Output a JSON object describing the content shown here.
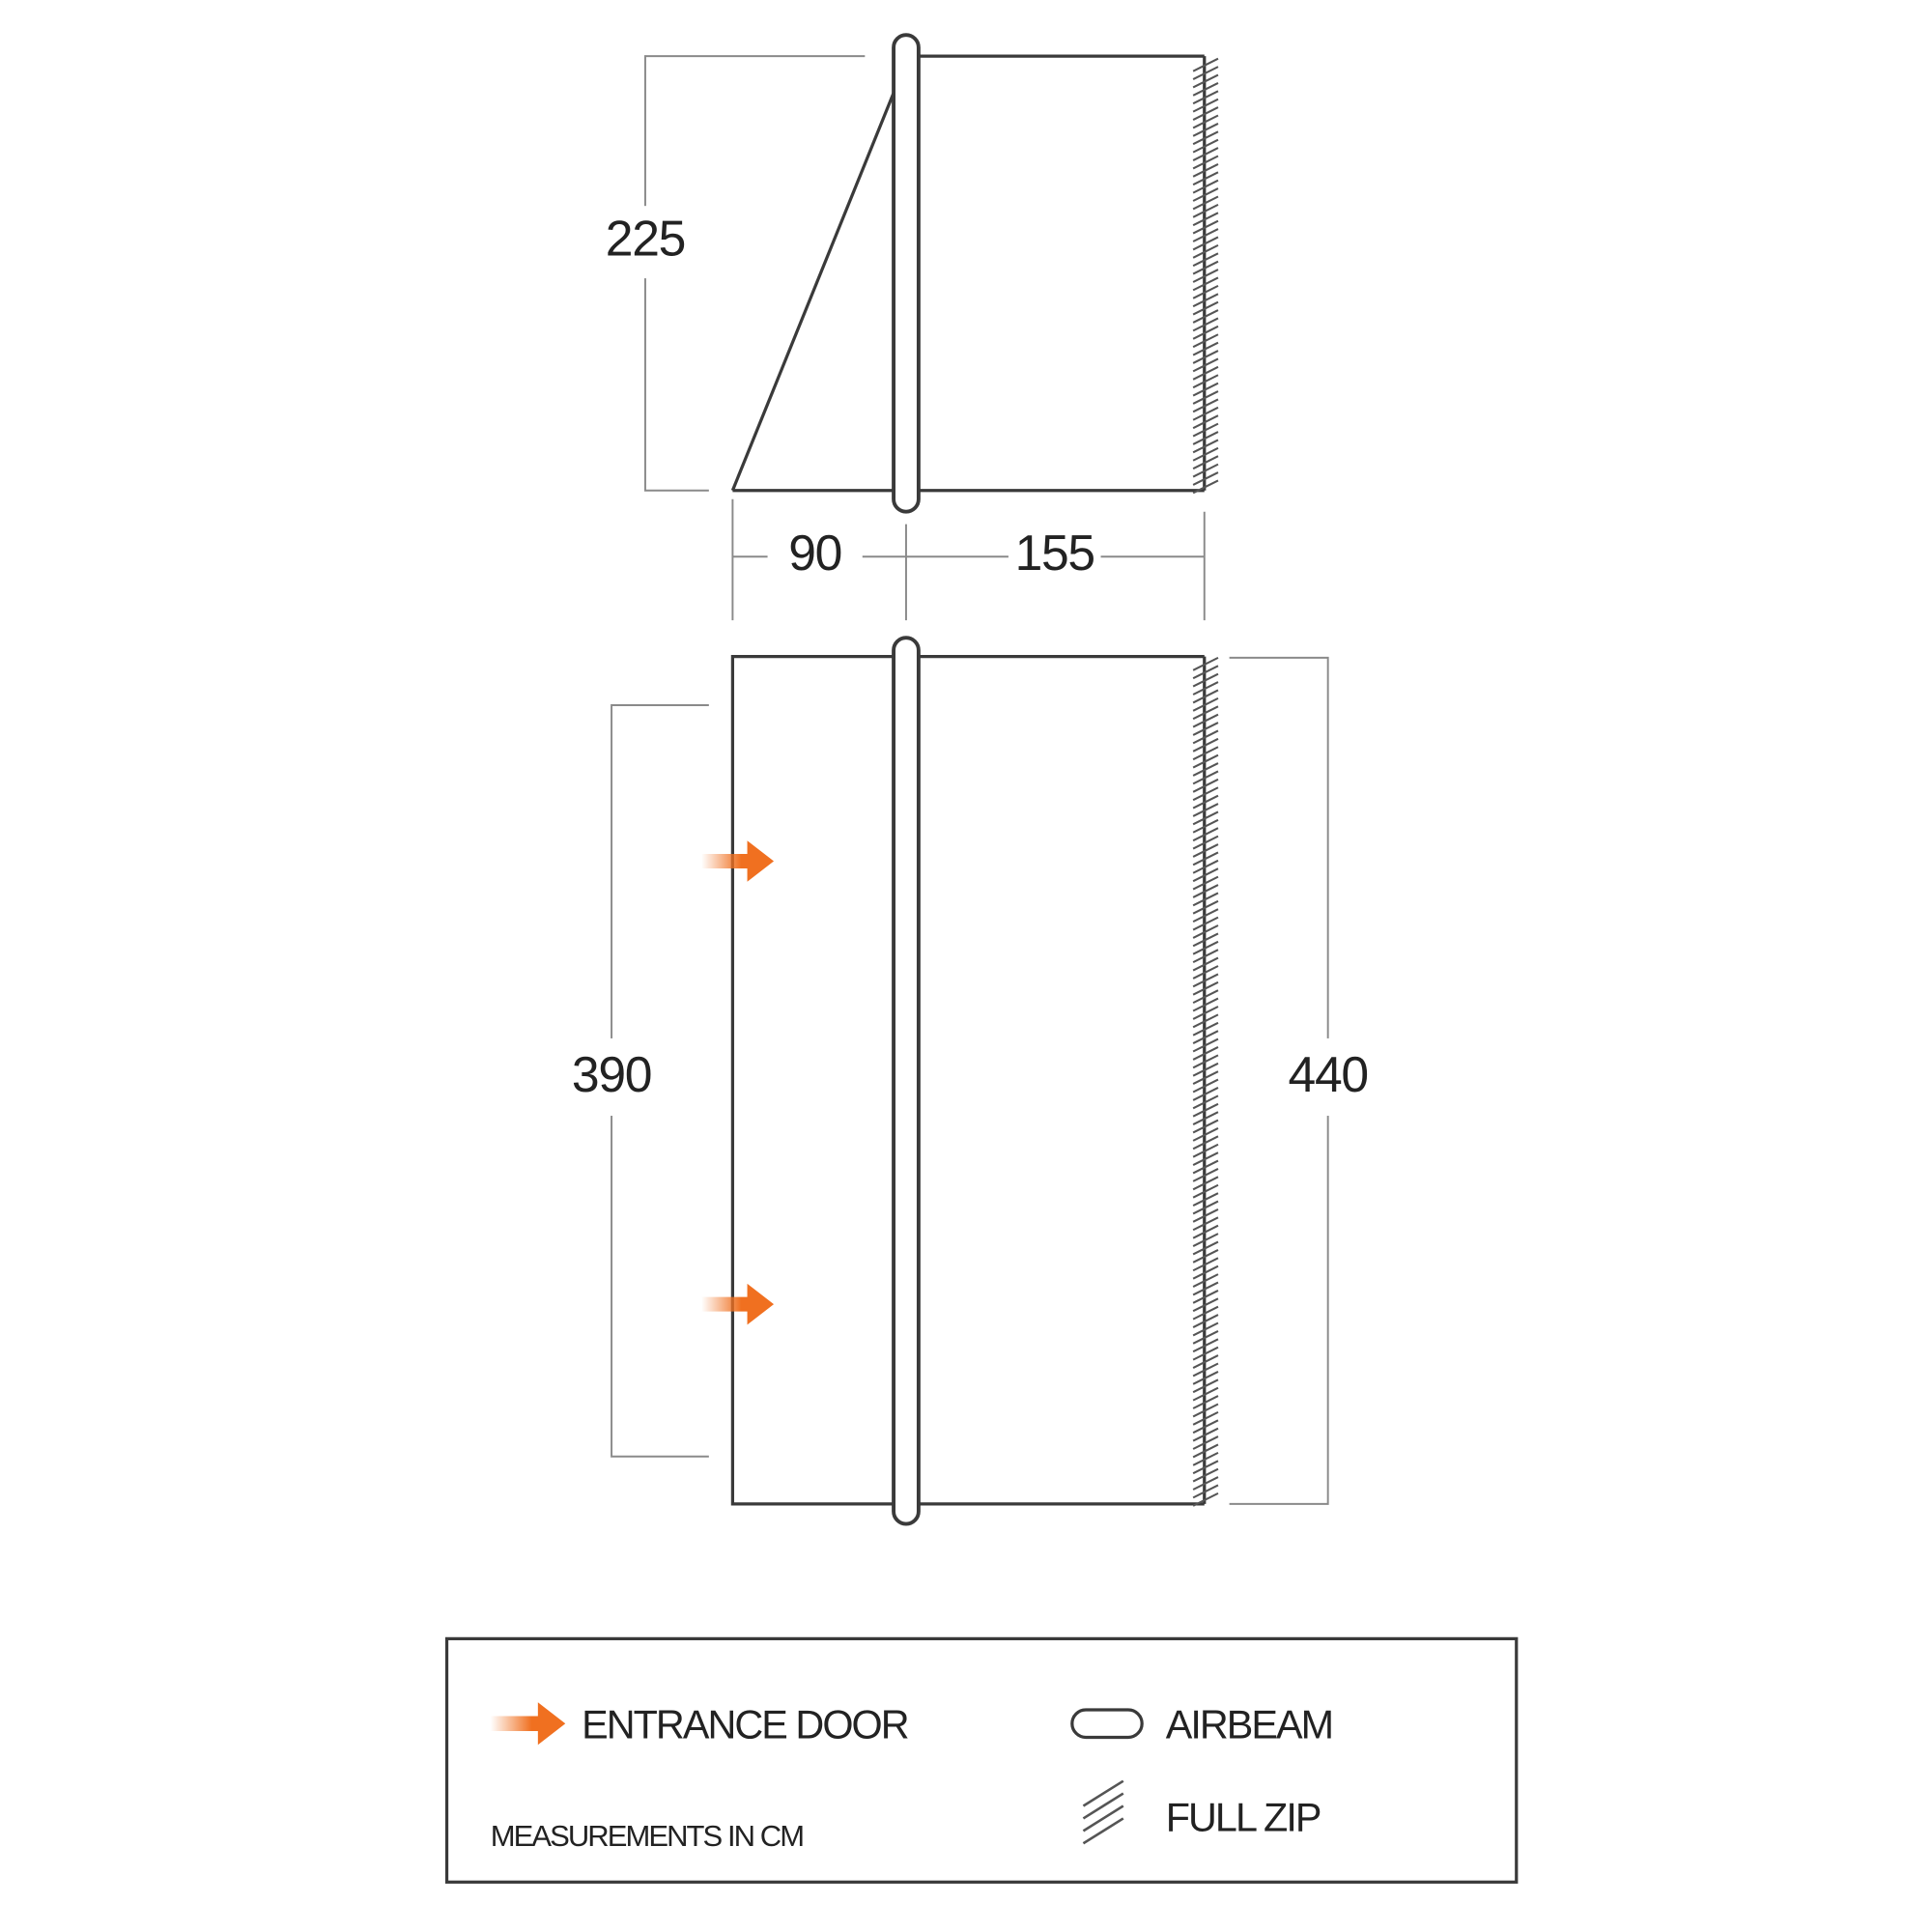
{
  "dimensions": {
    "height": "225",
    "canopy_depth": "90",
    "main_depth": "155",
    "door_span": "390",
    "total_width": "440"
  },
  "legend": {
    "entrance_door": "ENTRANCE DOOR",
    "airbeam": "AIRBEAM",
    "full_zip": "FULL ZIP",
    "units_note": "MEASUREMENTS IN CM"
  },
  "colors": {
    "door_arrow": "#f07020",
    "walls": "#3a3a3a",
    "dimension_lines": "#8a8a8a"
  },
  "icons": [
    "entrance-door-arrow-icon",
    "airbeam-icon",
    "full-zip-icon"
  ]
}
